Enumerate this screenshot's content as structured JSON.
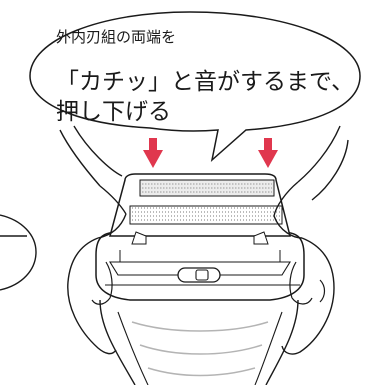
{
  "callout": {
    "line1": "外内刃組の両端を",
    "line2": "「カチッ」と音がするまで、",
    "line3": "押し下げる"
  },
  "icons": {
    "left_arrow": "down-arrow-icon",
    "right_arrow": "down-arrow-icon",
    "switch": "slide-switch-icon"
  },
  "colors": {
    "arrow": "#e0374e",
    "line": "#1a1a1a",
    "gray": "#b4b4b4",
    "background": "#ffffff"
  }
}
